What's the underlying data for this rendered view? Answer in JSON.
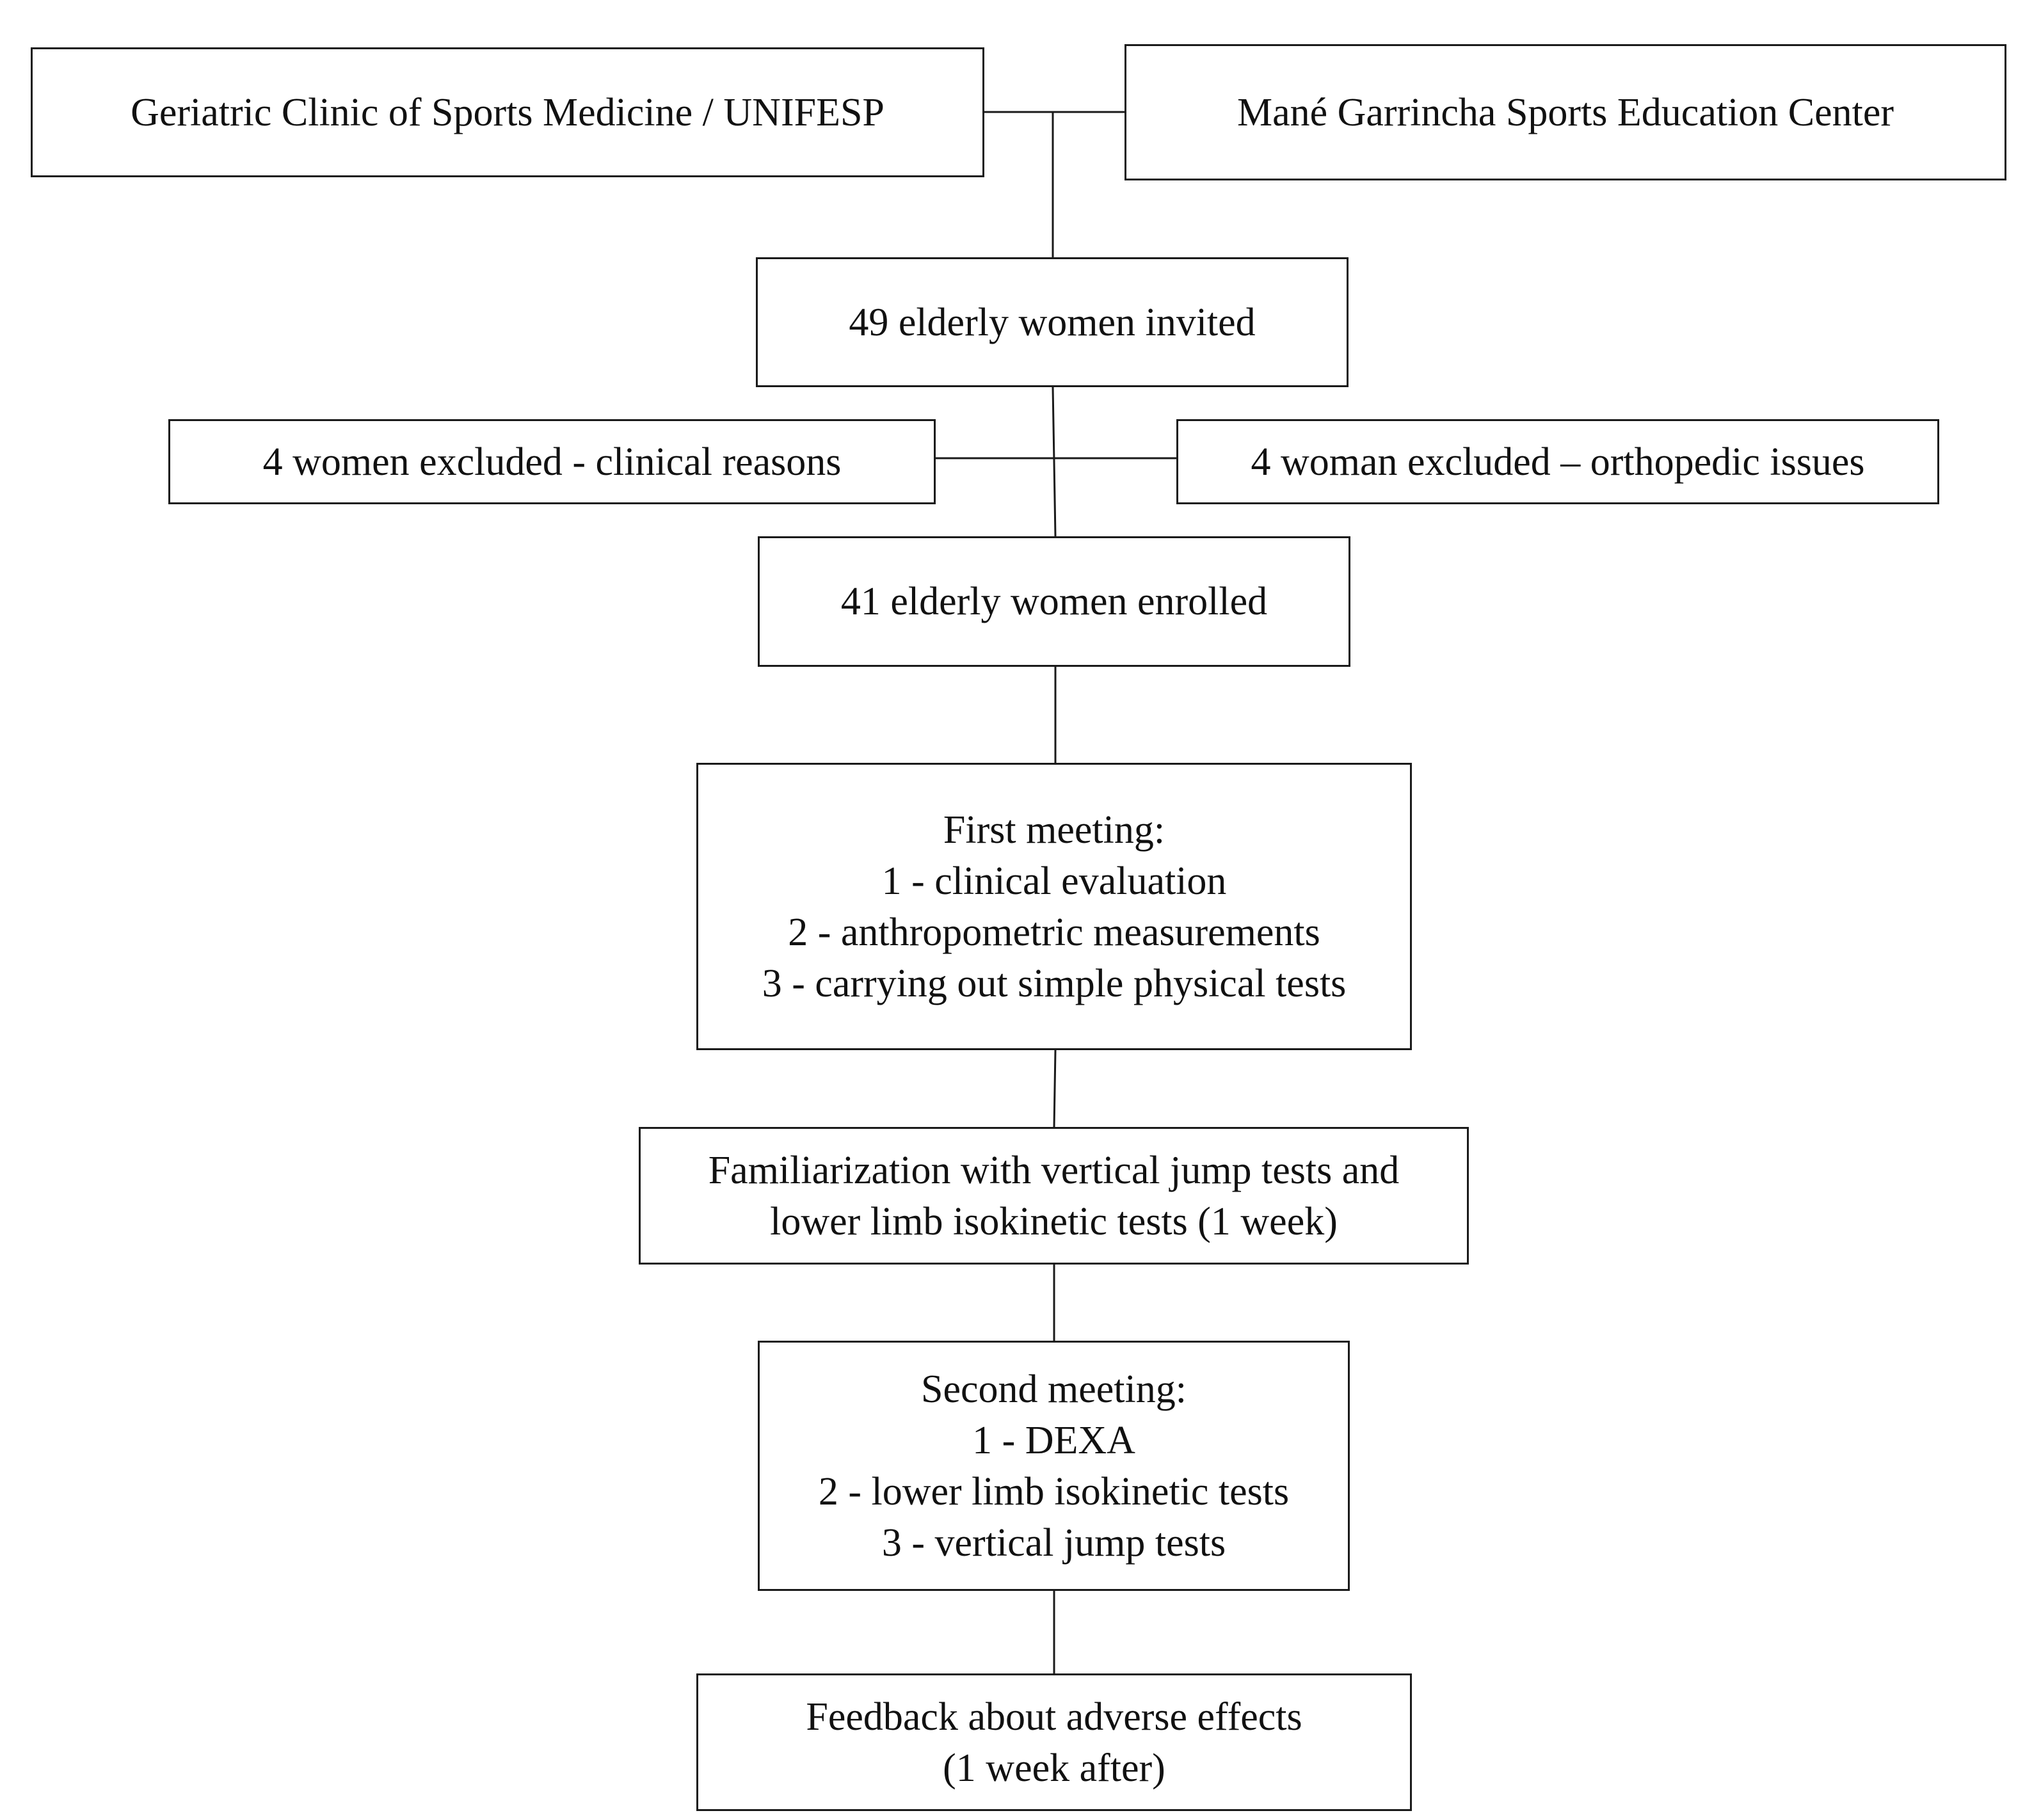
{
  "colors": {
    "border": "#1a1a1a",
    "text": "#111111",
    "background": "#ffffff"
  },
  "nodes": {
    "source_left": {
      "lines": [
        "Geriatric Clinic of Sports Medicine / UNIFESP"
      ]
    },
    "source_right": {
      "lines": [
        "Mané Garrincha Sports Education Center"
      ]
    },
    "invited": {
      "lines": [
        "49 elderly women invited"
      ]
    },
    "excluded_clinical": {
      "lines": [
        "4 women excluded - clinical reasons"
      ]
    },
    "excluded_orthopedic": {
      "lines": [
        "4 woman excluded – orthopedic issues"
      ]
    },
    "enrolled": {
      "lines": [
        "41 elderly women enrolled"
      ]
    },
    "first_meeting": {
      "lines": [
        "First meeting:",
        "1 - clinical evaluation",
        "2 - anthropometric measurements",
        "3 - carrying out simple physical tests"
      ]
    },
    "familiarization": {
      "lines": [
        "Familiarization with vertical jump tests and",
        "lower limb isokinetic tests (1 week)"
      ]
    },
    "second_meeting": {
      "lines": [
        "Second meeting:",
        "1 - DEXA",
        "2 - lower limb isokinetic tests",
        "3 - vertical jump tests"
      ]
    },
    "feedback": {
      "lines": [
        "Feedback about adverse effects",
        "(1 week after)"
      ]
    }
  }
}
